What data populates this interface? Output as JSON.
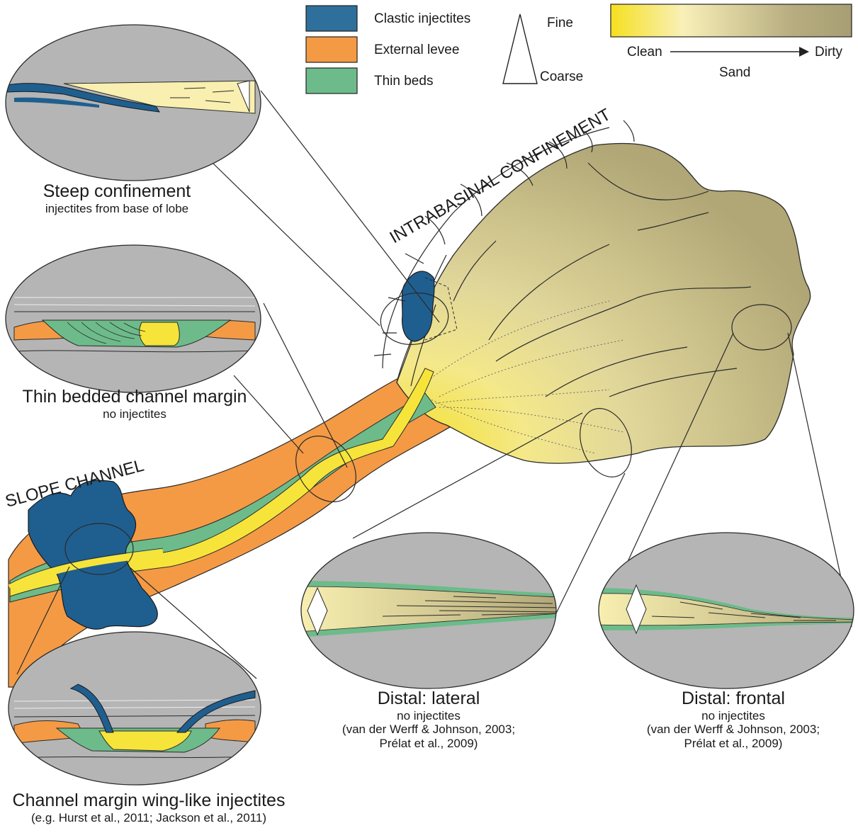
{
  "legend": {
    "items": [
      {
        "label": "Clastic injectites",
        "color": "#2f6f9c"
      },
      {
        "label": "External levee",
        "color": "#f49a45"
      },
      {
        "label": "Thin beds",
        "color": "#6dbb8a"
      }
    ],
    "grain_fine": "Fine",
    "grain_coarse": "Coarse",
    "scale_clean": "Clean",
    "scale_dirty": "Dirty",
    "scale_sand": "Sand",
    "gradient_colors": [
      "#f6e020",
      "#f8f0b8",
      "#b7ad80",
      "#a79e74"
    ]
  },
  "map": {
    "intrabasinal": "INTRABASINAL CONFINEMENT",
    "slope_channel": "SLOPE CHANNEL"
  },
  "insets": {
    "steep": {
      "title": "Steep confinement",
      "sub": "injectites from base of lobe"
    },
    "thin": {
      "title": "Thin bedded channel margin",
      "sub": "no injectites"
    },
    "wing": {
      "title": "Channel margin wing-like injectites",
      "sub": "(e.g. Hurst et al., 2011; Jackson et al., 2011)"
    },
    "lateral": {
      "title": "Distal: lateral",
      "sub1": "no injectites",
      "sub2": "(van der Werff & Johnson, 2003;",
      "sub3": "Prélat et al., 2009)"
    },
    "frontal": {
      "title": "Distal: frontal",
      "sub1": "no injectites",
      "sub2": "(van der Werff & Johnson, 2003;",
      "sub3": "Prélat et al., 2009)"
    }
  },
  "colors": {
    "injectite": "#1f5f8f",
    "levee": "#f49a45",
    "thinbeds": "#6dbb8a",
    "sand_yellow": "#f7e43a",
    "host_grey": "#b5b5b5"
  }
}
